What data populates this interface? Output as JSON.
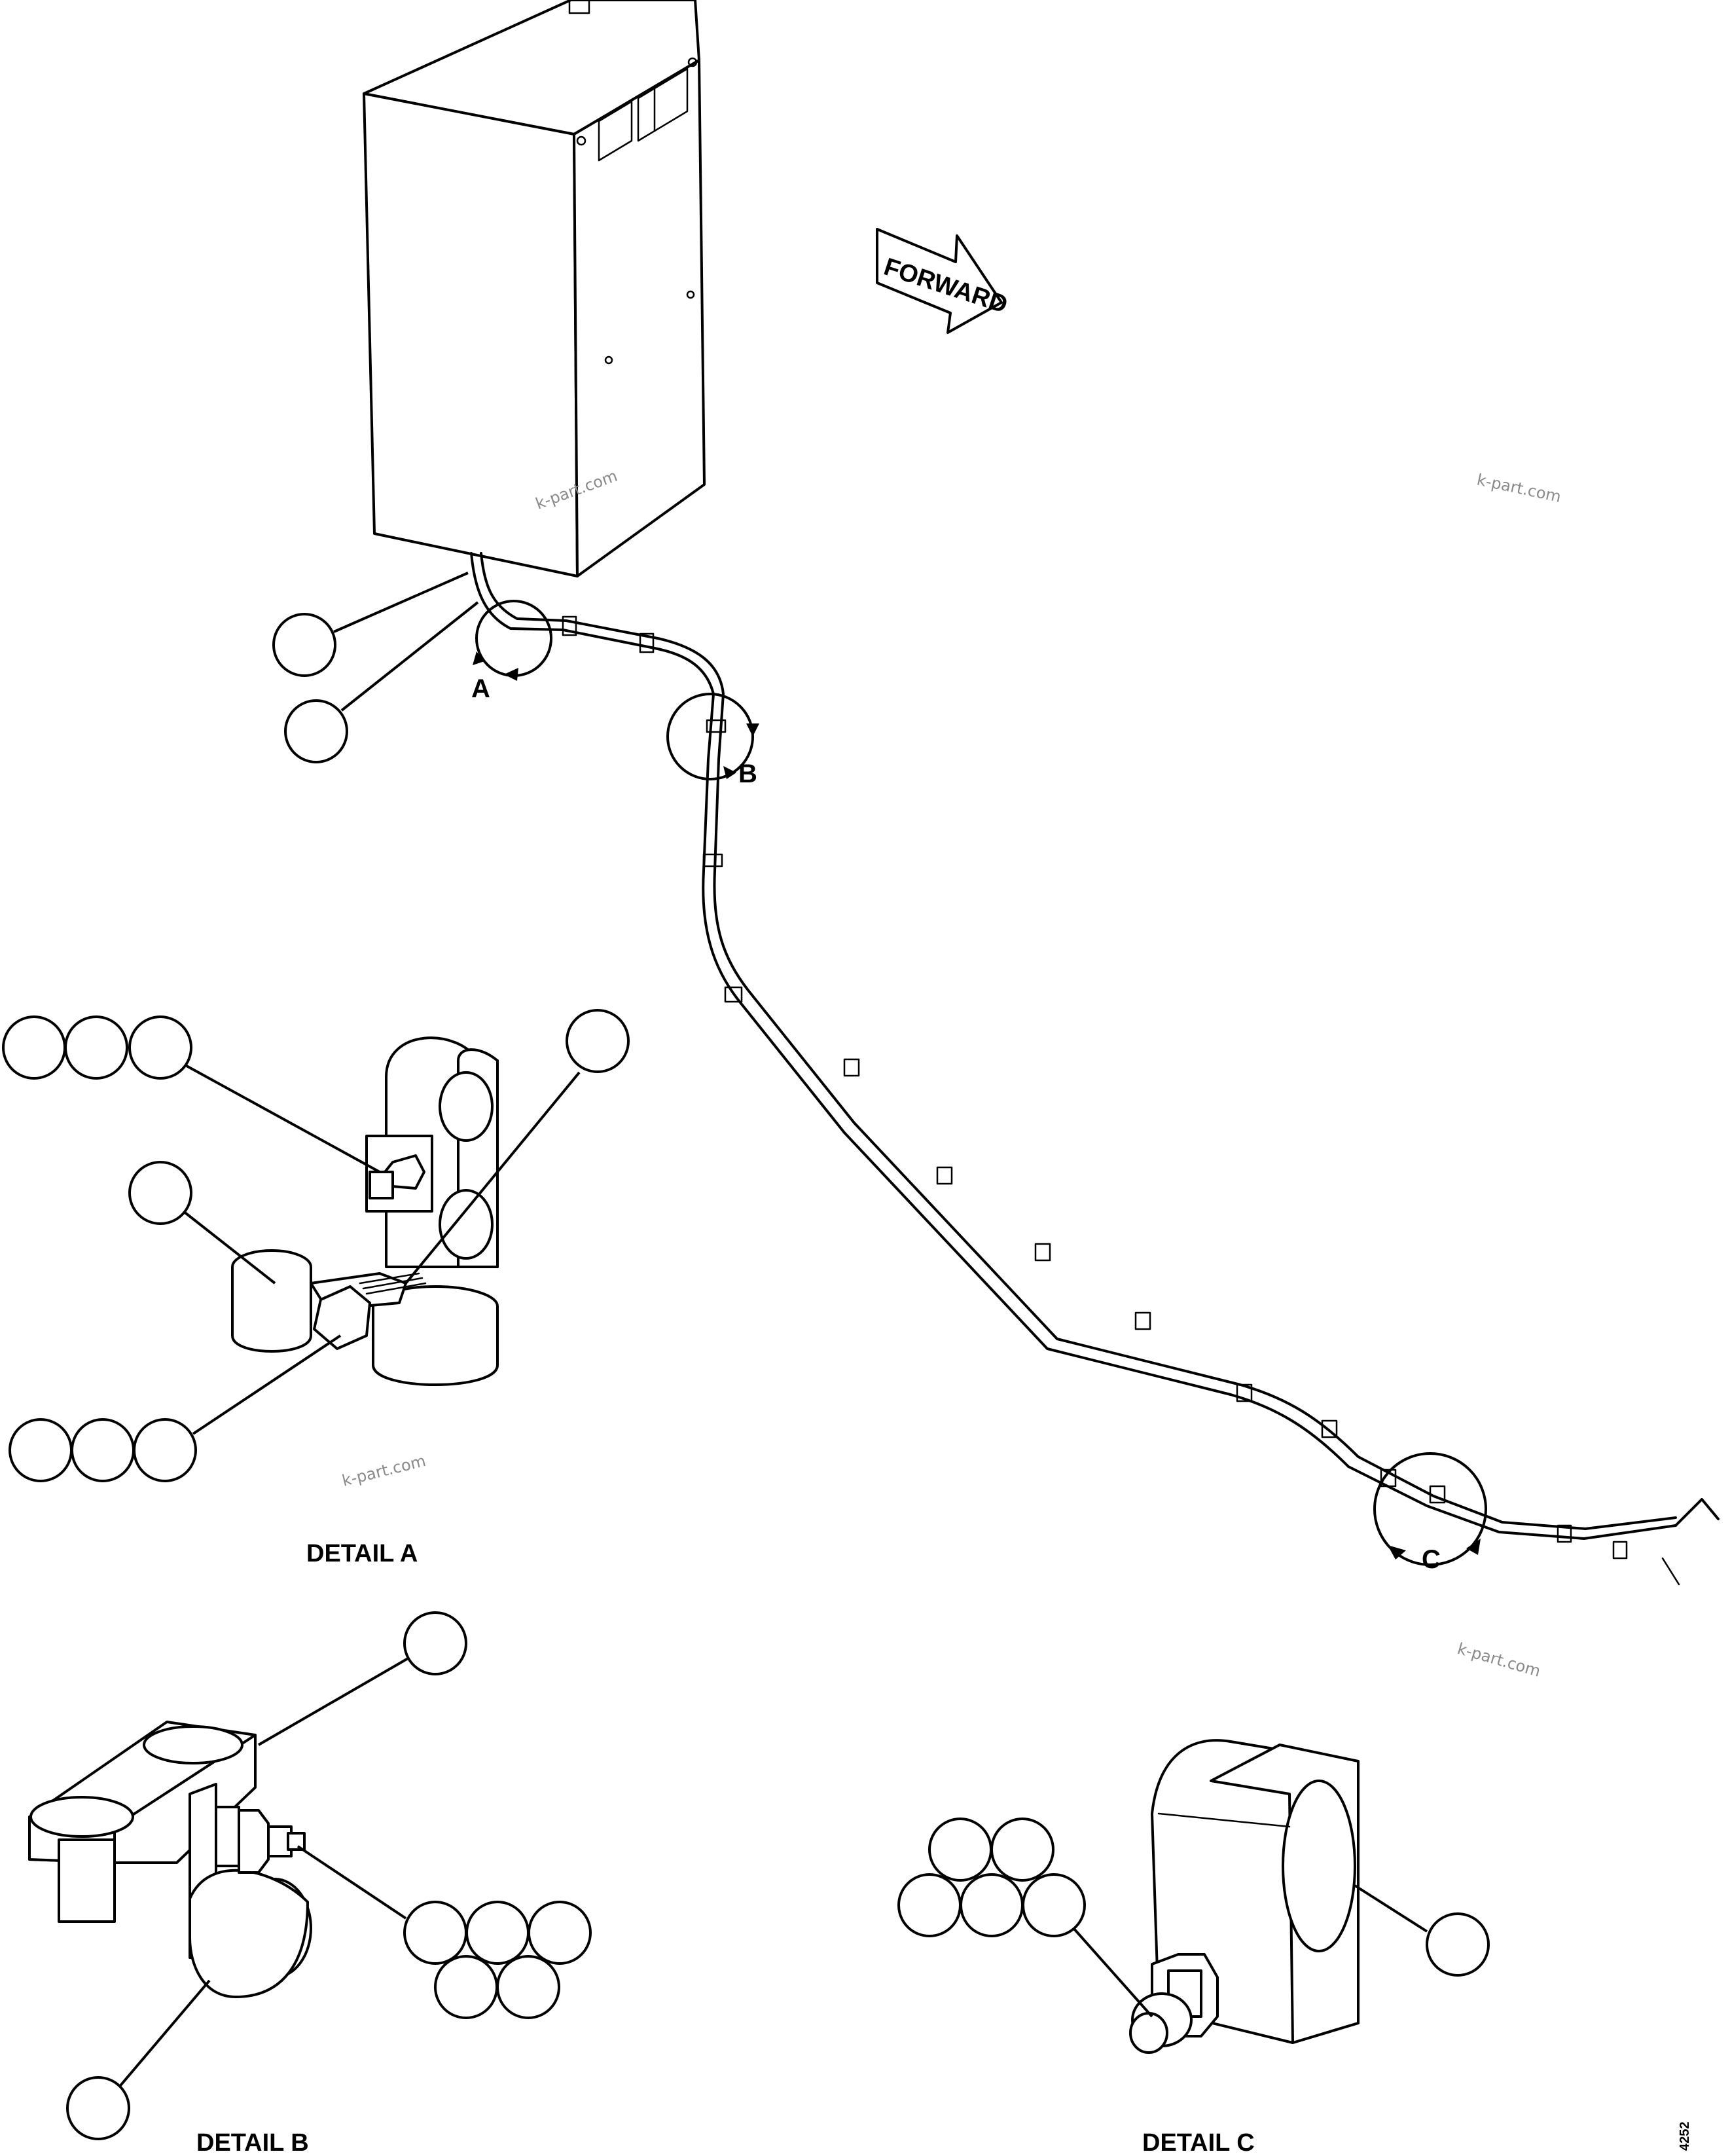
{
  "diagram": {
    "forward_label": "FORWARD",
    "callouts": {
      "a": "A",
      "b": "B",
      "c": "C"
    },
    "detail_titles": {
      "a": "DETAIL A",
      "b": "DETAIL B",
      "c": "DETAIL C"
    },
    "watermark": "k-part.com",
    "figure_number": "4252"
  }
}
